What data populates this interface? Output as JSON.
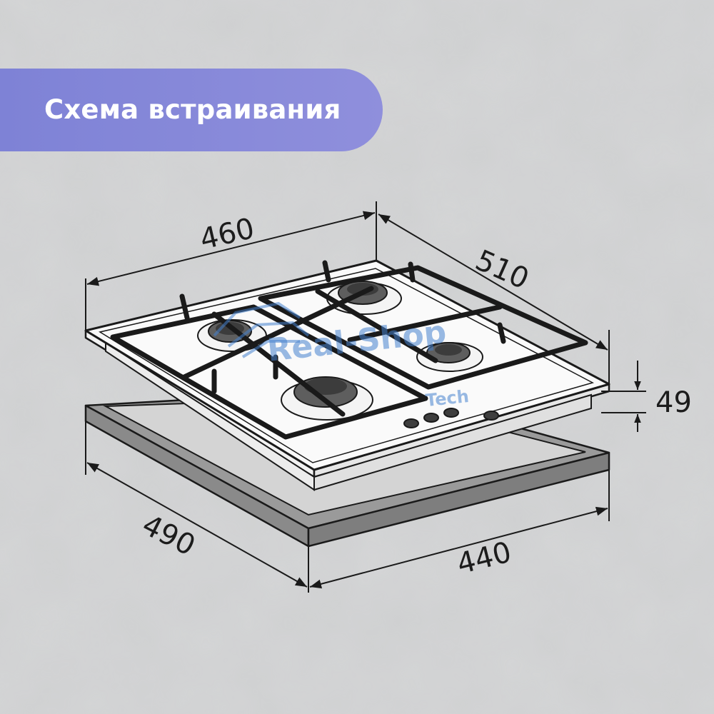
{
  "banner": {
    "title": "Схема встраивания"
  },
  "dimensions": {
    "hob_width": "460",
    "hob_depth": "510",
    "hob_height": "49",
    "cutout_depth": "490",
    "cutout_width": "440"
  },
  "watermark": {
    "brand": "Real-Shop",
    "sub": "Tech"
  },
  "colors": {
    "background": "#cfd0d1",
    "banner": "#8286d8",
    "line": "#1a1a1a",
    "frame": "#8f8f8f",
    "watermark": "#4682cd"
  },
  "product": {
    "burners": 4,
    "knobs": 4
  }
}
